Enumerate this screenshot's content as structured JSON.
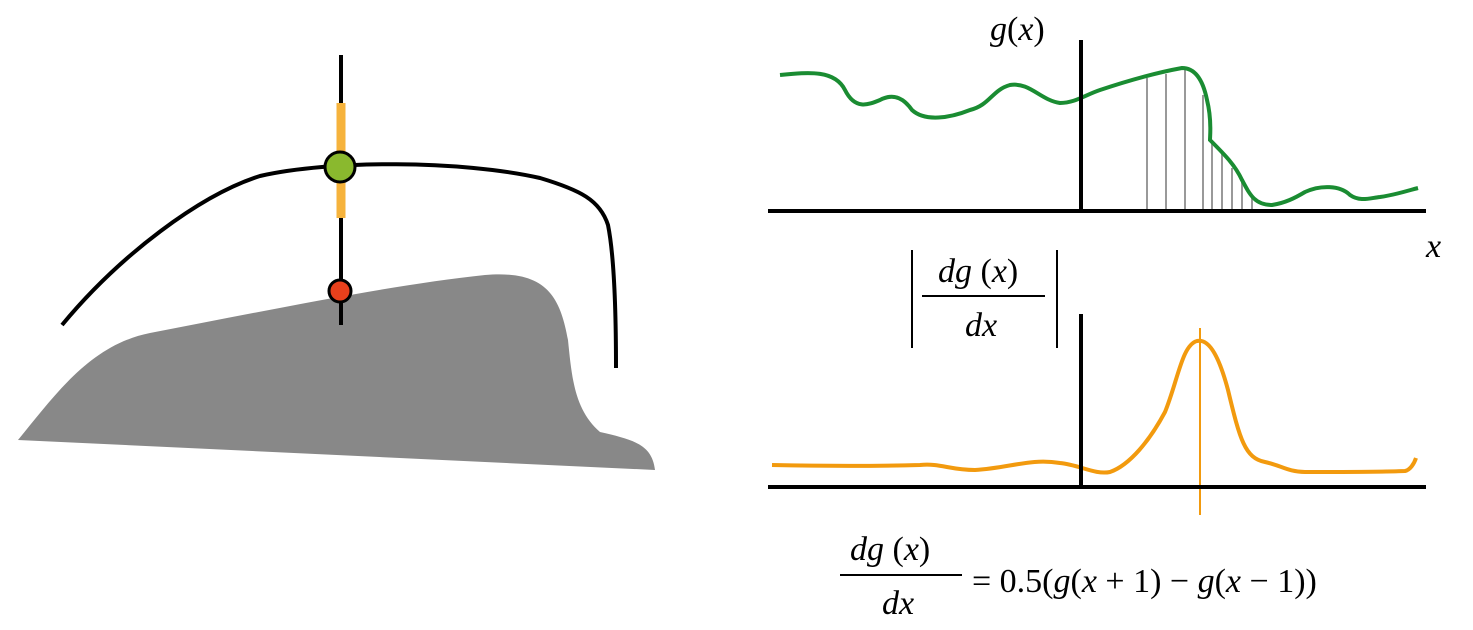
{
  "colors": {
    "green_curve": "#1a8c32",
    "orange_curve": "#f29a0e",
    "gray_shape": "#888888",
    "green_point": "#8ab92e",
    "red_point": "#e8401c",
    "highlight_segment": "#f6b33c",
    "hatch": "#999999"
  },
  "labels": {
    "g_label": "g(x)",
    "x_label": "x",
    "deriv_num": "dg (x)",
    "deriv_den": "dx",
    "formula_num": "dg (x)",
    "formula_den": "dx",
    "formula_rhs": "= 0.5(g(x + 1) − g(x − 1))"
  }
}
